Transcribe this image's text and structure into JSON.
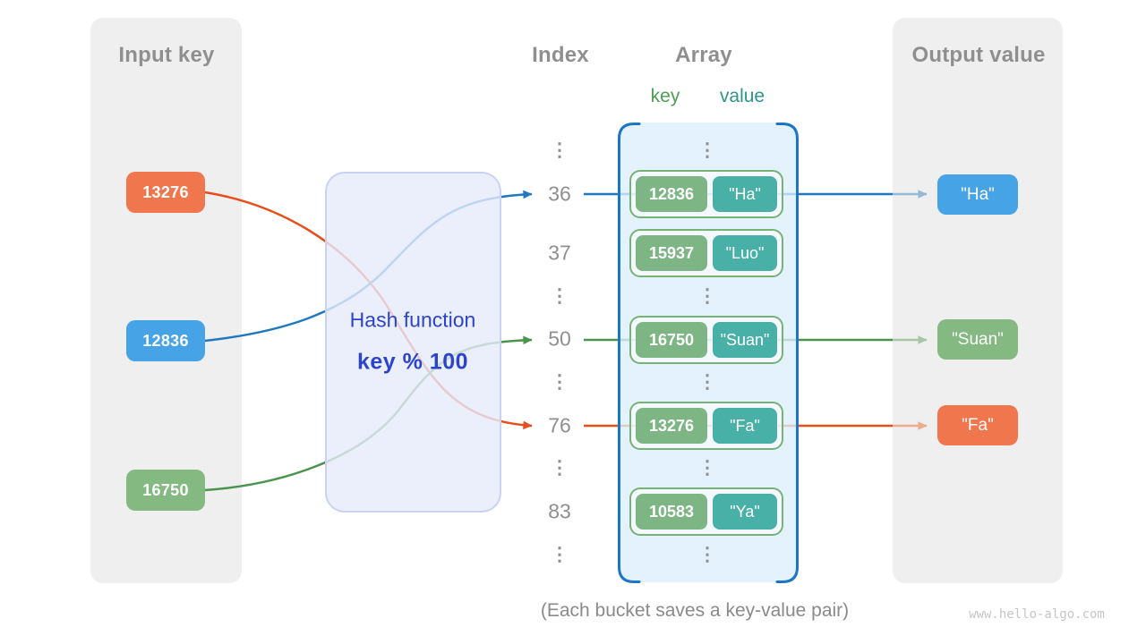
{
  "header": {
    "input_title": "Input key",
    "index_title": "Index",
    "array_title": "Array",
    "key_header": "key",
    "value_header": "value",
    "output_title": "Output value"
  },
  "input_keys": [
    {
      "label": "13276",
      "color": "#f0764e"
    },
    {
      "label": "12836",
      "color": "#45a3e6"
    },
    {
      "label": "16750",
      "color": "#84b982"
    }
  ],
  "hash_box": {
    "line1": "Hash function",
    "line2": "key % 100"
  },
  "index_column": {
    "values": [
      "36",
      "37",
      "50",
      "76",
      "83"
    ],
    "ellipsis": "⋮"
  },
  "array": {
    "buckets": [
      {
        "key": "12836",
        "value": "\"Ha\""
      },
      {
        "key": "15937",
        "value": "\"Luo\""
      },
      {
        "key": "16750",
        "value": "\"Suan\""
      },
      {
        "key": "13276",
        "value": "\"Fa\""
      },
      {
        "key": "10583",
        "value": "\"Ya\""
      }
    ]
  },
  "output_values": [
    {
      "label": "\"Ha\"",
      "color": "#45a3e6"
    },
    {
      "label": "\"Suan\"",
      "color": "#84b982"
    },
    {
      "label": "\"Fa\"",
      "color": "#f0764e"
    }
  ],
  "caption": "(Each bucket saves a key-value pair)",
  "watermark": "www.hello-algo.com",
  "colors": {
    "panel_bg": "#efefef",
    "gray_text": "#8f8f8f",
    "arrow_orange": "#e84e1d",
    "arrow_blue": "#2178bd",
    "arrow_green": "#4a944d",
    "bucket_key": "#7eb584",
    "bucket_value": "#49b0a7",
    "bucket_border": "#74b374",
    "array_bracket": "#1d76c4",
    "array_fill": "#ddeefc",
    "hash_fill": "#e6ebfb",
    "hash_border": "#c9d2f3",
    "hash_text": "#2b44cb",
    "key_header_green": "#4e9d54",
    "value_header_teal": "#2e958d"
  }
}
